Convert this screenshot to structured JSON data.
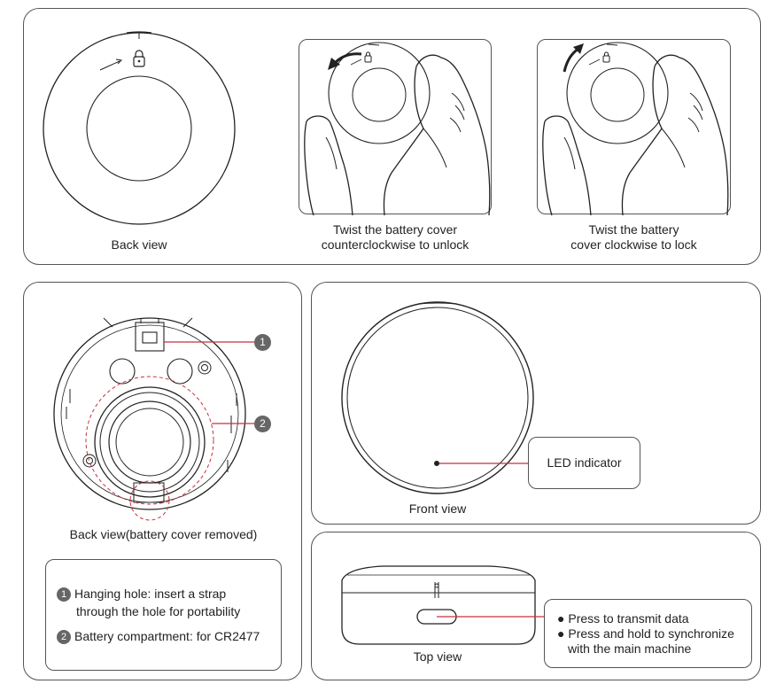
{
  "top_panel": {
    "back_view_label": "Back view",
    "unlock_label_line1": "Twist the battery cover",
    "unlock_label_line2": "counterclockwise to unlock",
    "lock_label_line1": "Twist the battery",
    "lock_label_line2": "cover clockwise to lock"
  },
  "battery_panel": {
    "callout_1": "1",
    "callout_2": "2",
    "caption": "Back view(battery cover removed)",
    "notes": [
      {
        "num": "1",
        "line1": "Hanging hole: insert a strap",
        "line2": "through the hole for portability"
      },
      {
        "num": "2",
        "line1": "Battery compartment: for CR2477"
      }
    ]
  },
  "front_panel": {
    "led_label": "LED indicator",
    "caption": "Front view"
  },
  "top_view_panel": {
    "caption": "Top view",
    "bullets": [
      "Press to transmit data",
      "Press and hold to synchronize",
      "with the main machine"
    ]
  },
  "colors": {
    "stroke": "#222222",
    "callout_red": "#c8323c",
    "badge_grey": "#666666"
  }
}
